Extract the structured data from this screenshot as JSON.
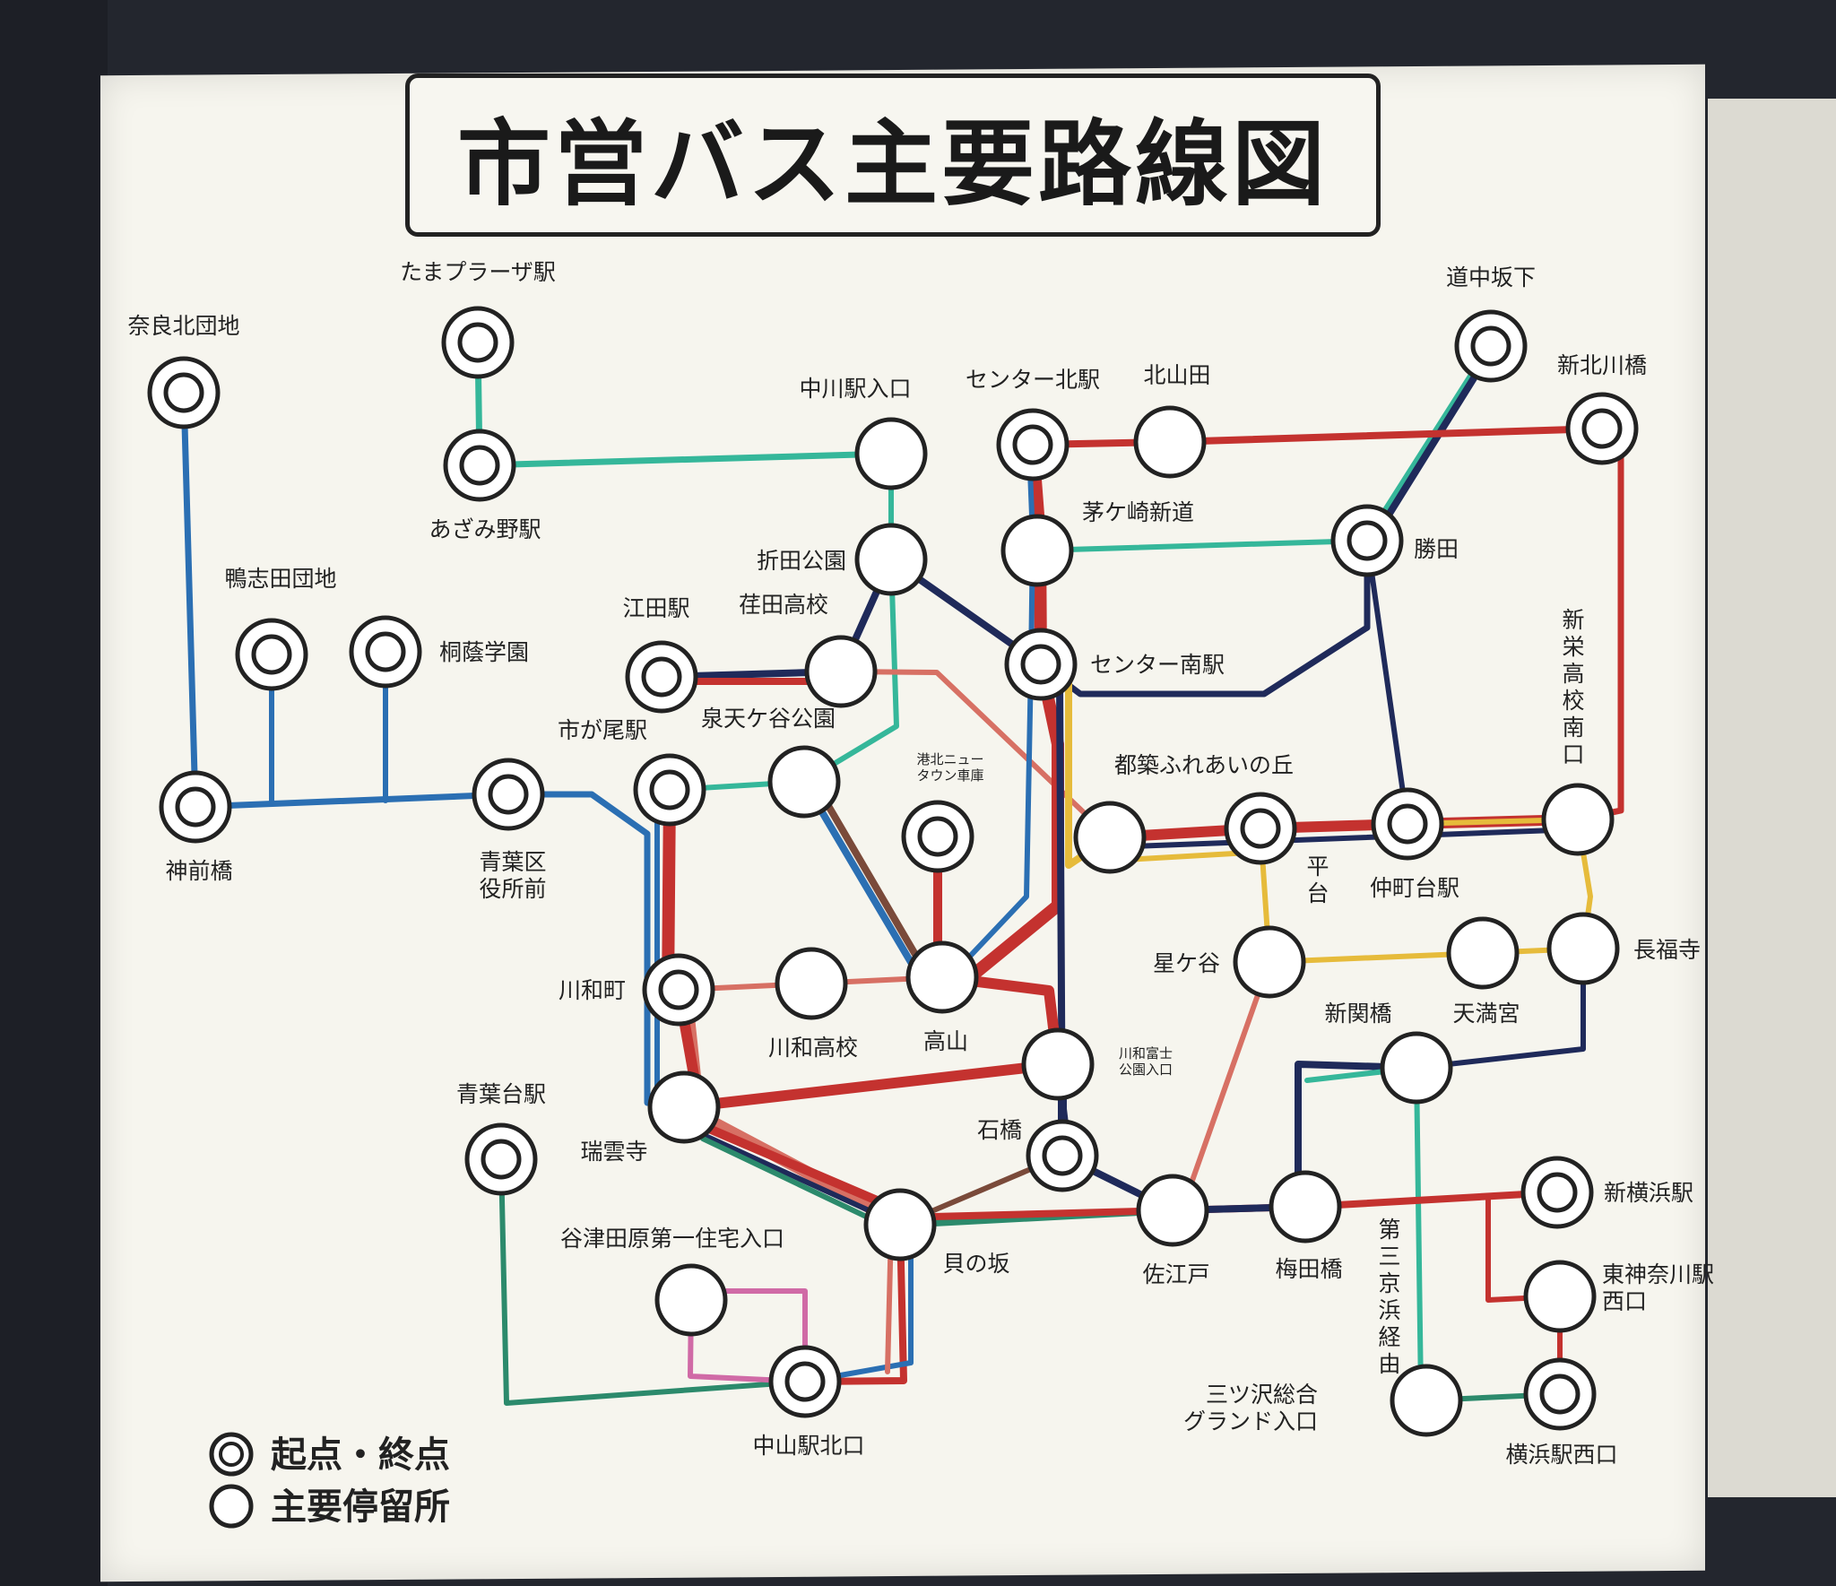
{
  "title": "市営バス主要路線図",
  "route_colors": {
    "teal": "#35b79a",
    "blue": "#2b6fb3",
    "navy": "#1f2a5a",
    "red": "#c4322f",
    "salmon": "#d77064",
    "yellow": "#e6bb3b",
    "green": "#2c8a6c",
    "pink": "#d06aa6",
    "brown": "#7a4a3a",
    "lightblue": "#5b9bd5"
  },
  "stops": {
    "nara_kita_danchi": {
      "label": "奈良北団地",
      "terminal": true
    },
    "tama_plaza": {
      "label": "たまプラーザ駅",
      "terminal": true
    },
    "azamino": {
      "label": "あざみ野駅",
      "terminal": true
    },
    "nakagawa_iriguchi": {
      "label": "中川駅入口",
      "terminal": false
    },
    "center_kita": {
      "label": "センター北駅",
      "terminal": true
    },
    "kitayamata": {
      "label": "北山田",
      "terminal": false
    },
    "dochu_sakashita": {
      "label": "道中坂下",
      "terminal": true
    },
    "shin_kitagawa": {
      "label": "新北川橋",
      "terminal": true
    },
    "chigasaki_shindo": {
      "label": "茅ケ崎新道",
      "terminal": false
    },
    "katsuta": {
      "label": "勝田",
      "terminal": true
    },
    "oritakoen": {
      "label": "折田公園",
      "terminal": false
    },
    "eda": {
      "label": "江田駅",
      "terminal": true
    },
    "edakoko": {
      "label": "荏田高校",
      "terminal": false
    },
    "center_minami": {
      "label": "センター南駅",
      "terminal": true
    },
    "shisui_danchi": {
      "label": "鴨志田団地",
      "terminal": true
    },
    "toin": {
      "label": "桐蔭学園",
      "terminal": true
    },
    "ichigao": {
      "label": "市が尾駅",
      "terminal": true
    },
    "izumi_tengaya": {
      "label": "泉天ケ谷公園",
      "terminal": false
    },
    "kohoku_newtown": {
      "label": "港北ニュータウン車庫",
      "terminal": true
    },
    "tsuzuki_fureai": {
      "label": "都築ふれあいの丘",
      "terminal": false
    },
    "taira": {
      "label": "平台",
      "terminal": true
    },
    "nakamachidai": {
      "label": "仲町台駅",
      "terminal": true
    },
    "shinei_koko": {
      "label": "新栄高校南口",
      "terminal": false
    },
    "kamimaebashi": {
      "label": "神前橋",
      "terminal": true
    },
    "aoba_kuyakusho": {
      "label": "青葉区役所前",
      "terminal": true
    },
    "hoshigaya": {
      "label": "星ケ谷",
      "terminal": false
    },
    "chofukuji": {
      "label": "長福寺",
      "terminal": false
    },
    "tenmangu": {
      "label": "天満宮",
      "terminal": false
    },
    "kawawacho": {
      "label": "川和町",
      "terminal": true
    },
    "kawawa_koko": {
      "label": "川和高校",
      "terminal": false
    },
    "takayama": {
      "label": "高山",
      "terminal": false
    },
    "kawawa_fuji": {
      "label": "川和富士公園入口",
      "terminal": false
    },
    "shinsekibashi": {
      "label": "新関橋",
      "terminal": false
    },
    "aobadai": {
      "label": "青葉台駅",
      "terminal": true
    },
    "zuiunji": {
      "label": "瑞雲寺",
      "terminal": false
    },
    "ishibashi": {
      "label": "石橋",
      "terminal": true
    },
    "saedo": {
      "label": "佐江戸",
      "terminal": false
    },
    "umedabashi": {
      "label": "梅田橋",
      "terminal": false
    },
    "shin_yokohama": {
      "label": "新横浜駅",
      "terminal": true
    },
    "yatsuda_tahara": {
      "label": "谷津田原第一住宅入口",
      "terminal": false
    },
    "kainosaka": {
      "label": "貝の坂",
      "terminal": false
    },
    "higashikanagawa": {
      "label": "東神奈川駅西口",
      "terminal": false
    },
    "daisan_keihin": {
      "label": "第三京浜経由",
      "terminal": false
    },
    "mitsuzawa": {
      "label": "三ツ沢総合グランド入口",
      "terminal": false
    },
    "nakayama_kitaguchi": {
      "label": "中山駅北口",
      "terminal": true
    },
    "yokohama_nishiguchi": {
      "label": "横浜駅西口",
      "terminal": true
    }
  },
  "legend": {
    "terminal": "起点・終点",
    "major_stop": "主要停留所"
  }
}
